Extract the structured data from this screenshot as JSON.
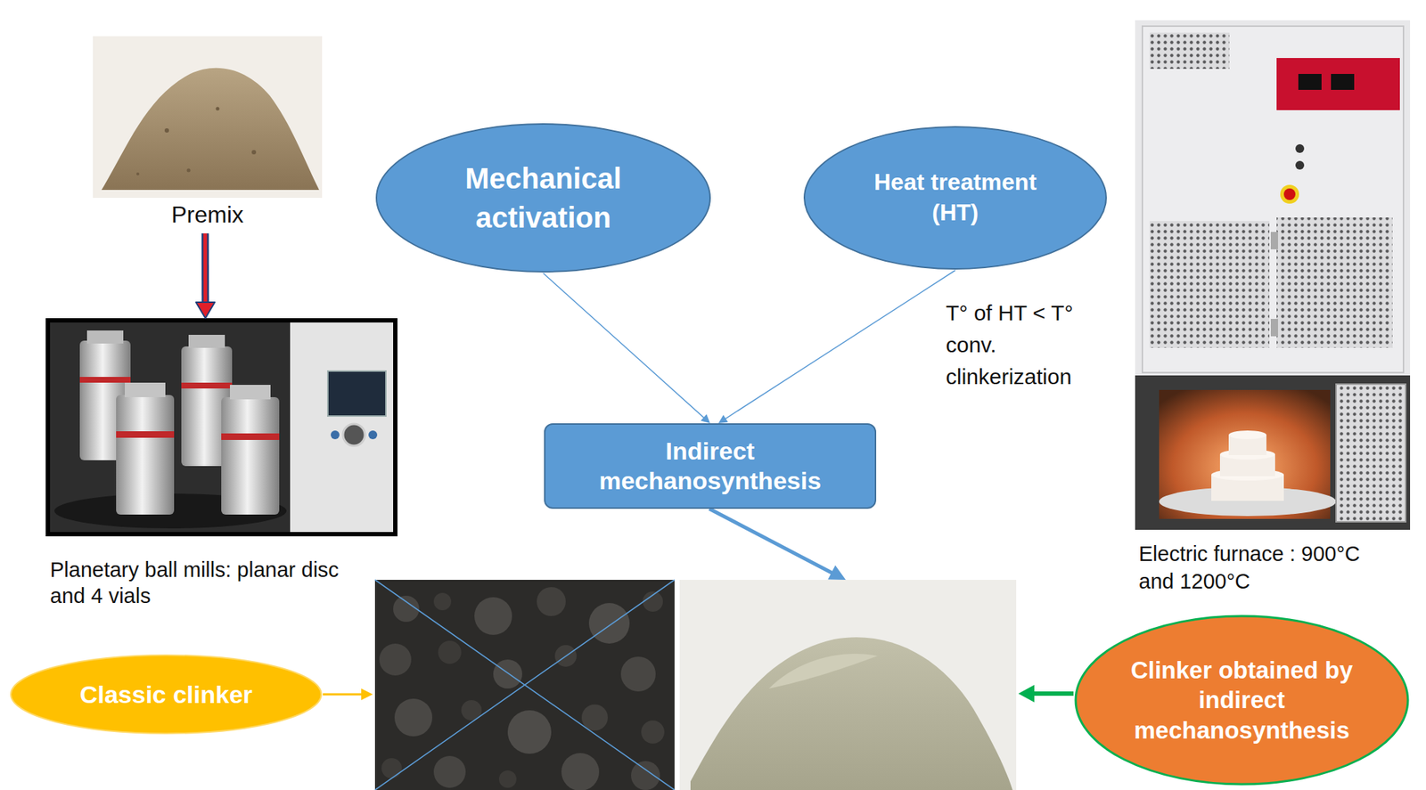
{
  "diagram": {
    "nodes": [
      {
        "text": [
          "Premix"
        ]
      },
      {
        "text": [
          "Mechanical activation"
        ]
      },
      {
        "text": [
          "Heat treatment (HT)"
        ]
      },
      {
        "text": [
          "Electric furnace : 900°C and 1200°C"
        ]
      },
      {
        "text": [
          "Planetary ball mills: planar disc and 4 vials"
        ]
      },
      {
        "text": [
          "Indirect mechanosynthesis"
        ]
      },
      {
        "text": [
          "Classic clinker"
        ]
      },
      {
        "text": [
          "Clinker obtained by indirect mechanosynthesis"
        ]
      }
    ],
    "edges": [
      {
        "from": 0,
        "to": 4,
        "arrow": "to"
      },
      {
        "from": 1,
        "to": 5,
        "arrow": "to"
      },
      {
        "from": 2,
        "to": 5,
        "arrow": "to"
      }
    ],
    "labels": [
      "T° of HT < T° conv. clinkerization"
    ]
  }
}
